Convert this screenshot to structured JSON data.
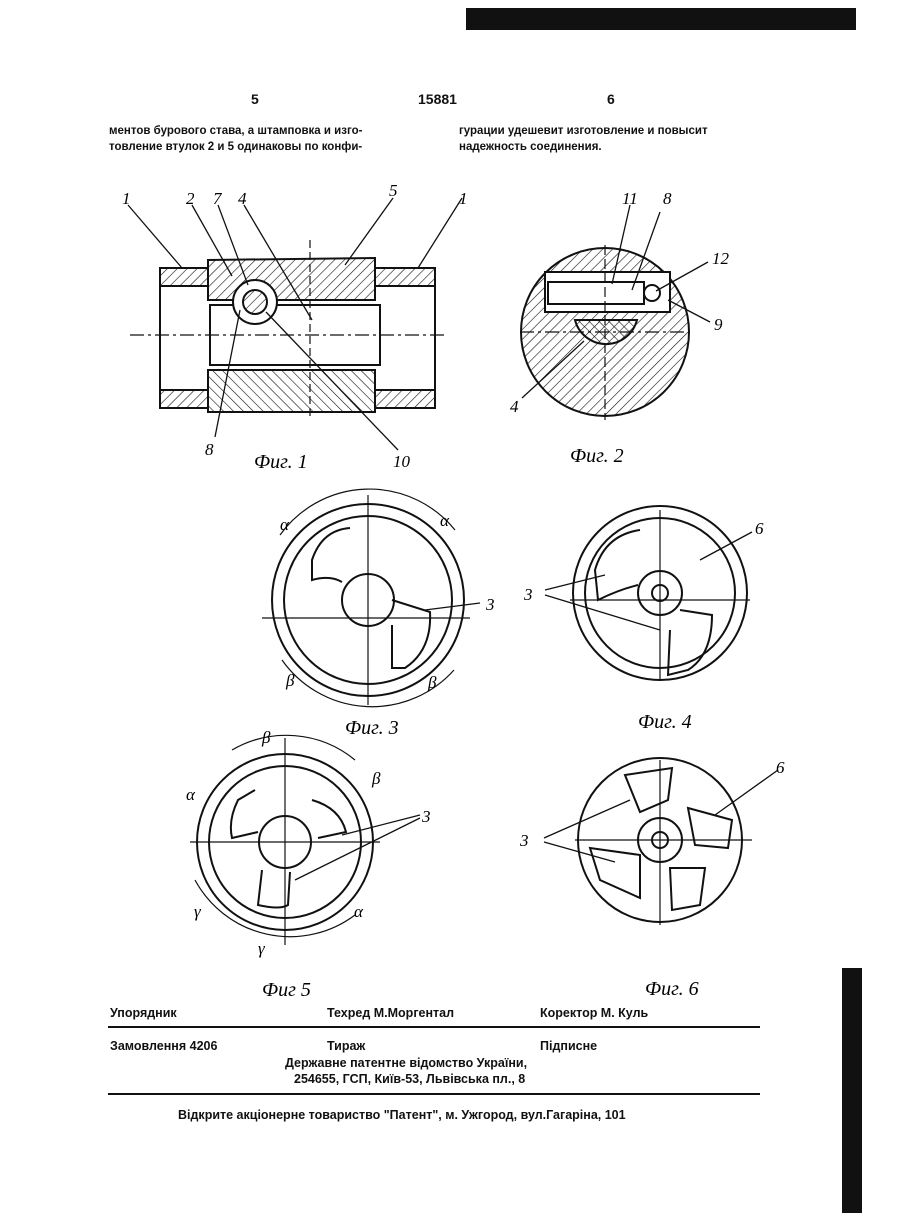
{
  "header": {
    "page_left": "5",
    "patent_no": "15881",
    "page_right": "6"
  },
  "text": {
    "left_col": [
      "ментов бурового става, а штамповка и изго-",
      "товление втулок 2 и 5 одинаковы по конфи-"
    ],
    "right_col": [
      "гурации удешевит изготовление и повысит",
      "надежность соединения."
    ]
  },
  "figures": {
    "fig1": {
      "caption": "Фиг. 1",
      "labels": [
        "1",
        "2",
        "7",
        "4",
        "5",
        "1",
        "8",
        "10"
      ]
    },
    "fig2": {
      "caption": "Фиг. 2",
      "labels": [
        "11",
        "8",
        "12",
        "9",
        "4"
      ]
    },
    "fig3": {
      "caption": "Фиг. 3",
      "labels": [
        "α",
        "α",
        "β",
        "β",
        "3"
      ]
    },
    "fig4": {
      "caption": "Фиг. 4",
      "labels": [
        "6",
        "3"
      ]
    },
    "fig5": {
      "caption": "Фиг 5",
      "labels": [
        "β",
        "β",
        "α",
        "3",
        "γ",
        "γ",
        "α"
      ]
    },
    "fig6": {
      "caption": "Фиг. 6",
      "labels": [
        "6",
        "3"
      ]
    }
  },
  "footer": {
    "compiler": "Упорядник",
    "techred": "Техред М.Моргентал",
    "corrector": "Коректор М. Куль",
    "order": "Замовлення 4206",
    "tirazh": "Тираж",
    "signed": "Підписне",
    "office": "Державне патентне відомство України,",
    "address": "254655, ГСП, Київ-53, Львівська пл., 8",
    "publisher": "Відкрите акціонерне товариство \"Патент\", м. Ужгород, вул.Гагаріна, 101"
  },
  "colors": {
    "ink": "#111111",
    "paper": "#ffffff"
  }
}
